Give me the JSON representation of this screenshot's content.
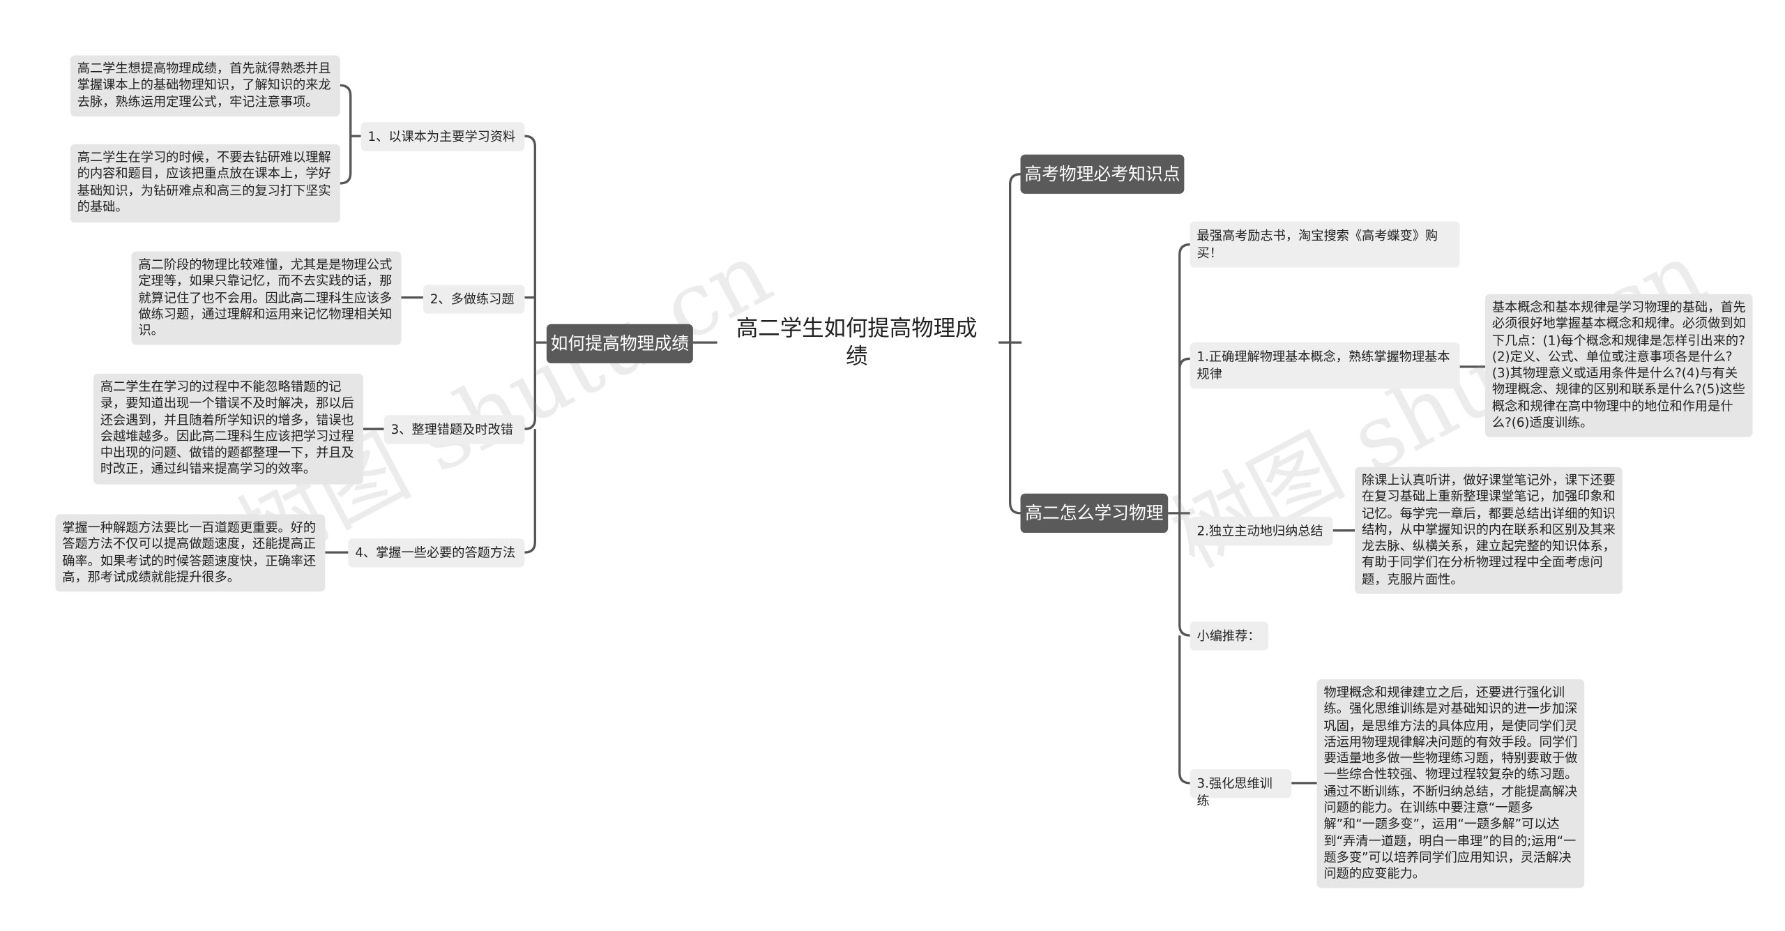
{
  "root": {
    "title": "高二学生如何提高物理成绩"
  },
  "left": {
    "main": "如何提高物理成绩",
    "subs": [
      {
        "label": "1、以课本为主要学习资料"
      },
      {
        "label": "2、多做练习题"
      },
      {
        "label": "3、整理错题及时改错"
      },
      {
        "label": "4、掌握一些必要的答题方法"
      }
    ],
    "leaves": [
      "高二学生想提高物理成绩，首先就得熟悉并且掌握课本上的基础物理知识，了解知识的来龙去脉，熟练运用定理公式，牢记注意事项。",
      "高二学生在学习的时候，不要去钻研难以理解的内容和题目，应该把重点放在课本上，学好基础知识，为钻研难点和高三的复习打下坚实的基础。",
      "高二阶段的物理比较难懂，尤其是是物理公式定理等，如果只靠记忆，而不去实践的话，那就算记住了也不会用。因此高二理科生应该多做练习题，通过理解和运用来记忆物理相关知识。",
      "高二学生在学习的过程中不能忽略错题的记录，要知道出现一个错误不及时解决，那以后还会遇到，并且随着所学知识的增多，错误也会越堆越多。因此高二理科生应该把学习过程中出现的问题、做错的题都整理一下，并且及时改正，通过纠错来提高学习的效率。",
      "掌握一种解题方法要比一百道题更重要。好的答题方法不仅可以提高做题速度，还能提高正确率。如果考试的时候答题速度快，正确率还高，那考试成绩就能提升很多。"
    ]
  },
  "right": {
    "main1": "高考物理必考知识点",
    "main2": "高二怎么学习物理",
    "subs": [
      {
        "label": "最强高考励志书，淘宝搜索《高考蝶变》购买！"
      },
      {
        "label": "1.正确理解物理基本概念，熟练掌握物理基本规律"
      },
      {
        "label": "2.独立主动地归纳总结"
      },
      {
        "label": "小编推荐："
      },
      {
        "label": "3.强化思维训练"
      }
    ],
    "leaves": [
      "基本概念和基本规律是学习物理的基础，首先必须很好地掌握基本概念和规律。必须做到如下几点：(1)每个概念和规律是怎样引出来的?(2)定义、公式、单位或注意事项各是什么?(3)其物理意义或适用条件是什么?(4)与有关物理概念、规律的区别和联系是什么?(5)这些概念和规律在高中物理中的地位和作用是什么?(6)适度训练。",
      "除课上认真听讲，做好课堂笔记外，课下还要在复习基础上重新整理课堂笔记，加强印象和记忆。每学完一章后，都要总结出详细的知识结构，从中掌握知识的内在联系和区别及其来龙去脉、纵横关系，建立起完整的知识体系，有助于同学们在分析物理过程中全面考虑问题，克服片面性。",
      "物理概念和规律建立之后，还要进行强化训练。强化思维训练是对基础知识的进一步加深巩固，是思维方法的具体应用，是使同学们灵活运用物理规律解决问题的有效手段。同学们要适量地多做一些物理练习题，特别要敢于做一些综合性较强、物理过程较复杂的练习题。通过不断训练，不断归纳总结，才能提高解决问题的能力。在训练中要注意“一题多解”和“一题多变”，运用“一题多解”可以达到“弄清一道题，明白一串理”的目的;运用“一题多变”可以培养同学们应用知识，灵活解决问题的应变能力。"
    ]
  },
  "watermarks": [
    "树图 shutu.cn",
    "树图 shutu.cn"
  ]
}
